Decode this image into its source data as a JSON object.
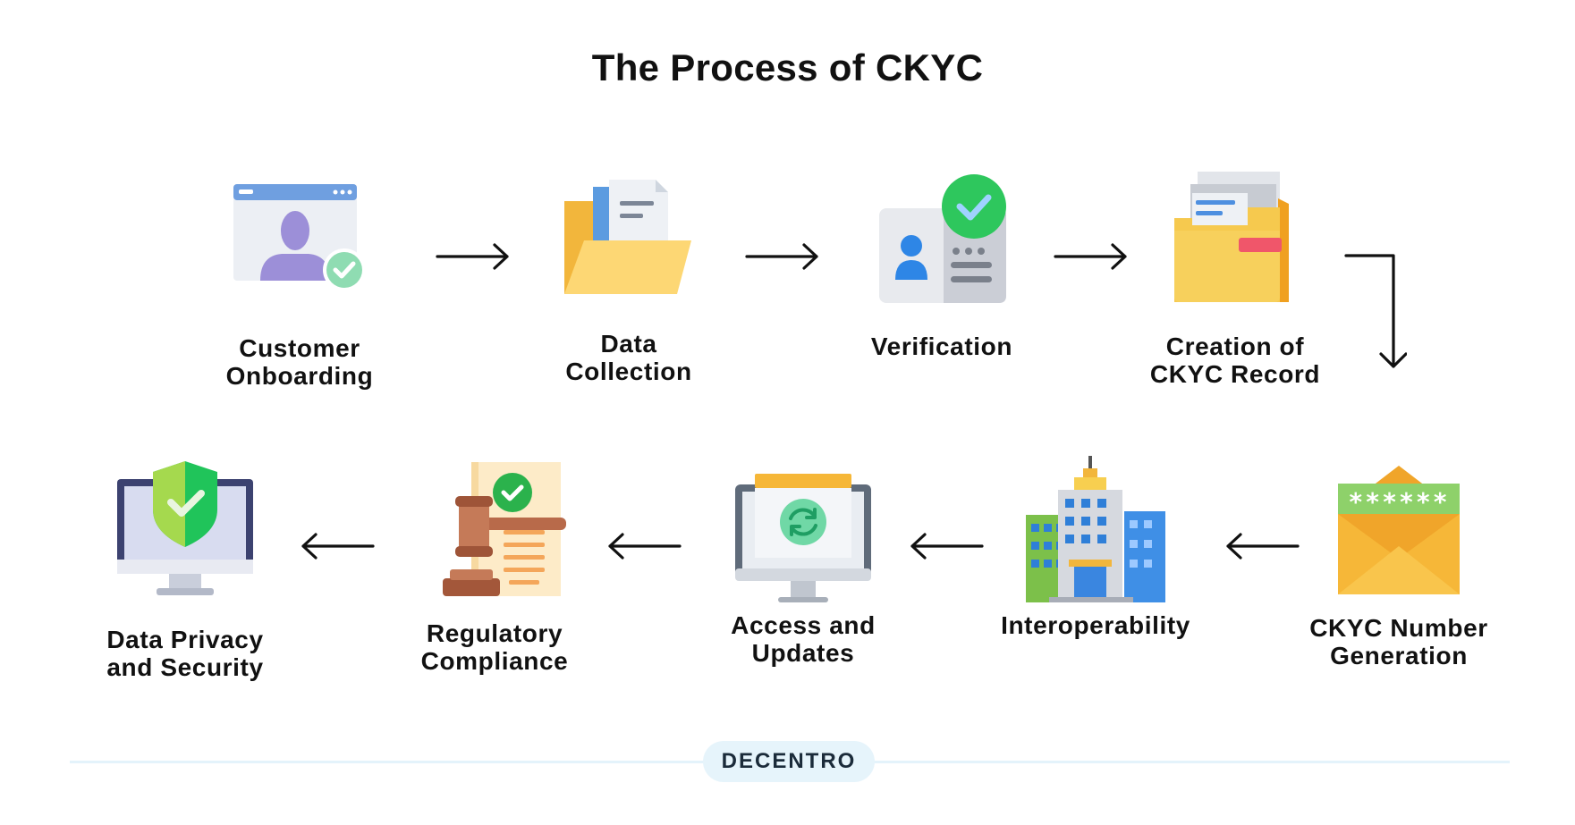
{
  "title": "The Process of CKYC",
  "steps": [
    {
      "label_lines": [
        "Customer",
        "Onboarding"
      ],
      "icon": "profile-window-icon"
    },
    {
      "label_lines": [
        "Data",
        "Collection"
      ],
      "icon": "folder-documents-icon"
    },
    {
      "label_lines": [
        "Verification"
      ],
      "icon": "id-card-check-icon"
    },
    {
      "label_lines": [
        "Creation of",
        "CKYC Record"
      ],
      "icon": "record-folder-icon"
    },
    {
      "label_lines": [
        "CKYC Number",
        "Generation"
      ],
      "icon": "envelope-password-icon"
    },
    {
      "label_lines": [
        "Interoperability"
      ],
      "icon": "buildings-icon"
    },
    {
      "label_lines": [
        "Access and",
        "Updates"
      ],
      "icon": "monitor-sync-icon"
    },
    {
      "label_lines": [
        "Regulatory",
        "Compliance"
      ],
      "icon": "gavel-document-icon"
    },
    {
      "label_lines": [
        "Data Privacy",
        "and Security"
      ],
      "icon": "monitor-shield-icon"
    }
  ],
  "password_mask": "******",
  "brand": "DECENTRO",
  "colors": {
    "text": "#111111",
    "arrow": "#111111",
    "footer_line": "#e4f3fb",
    "brand_bg": "#e6f4fb"
  }
}
